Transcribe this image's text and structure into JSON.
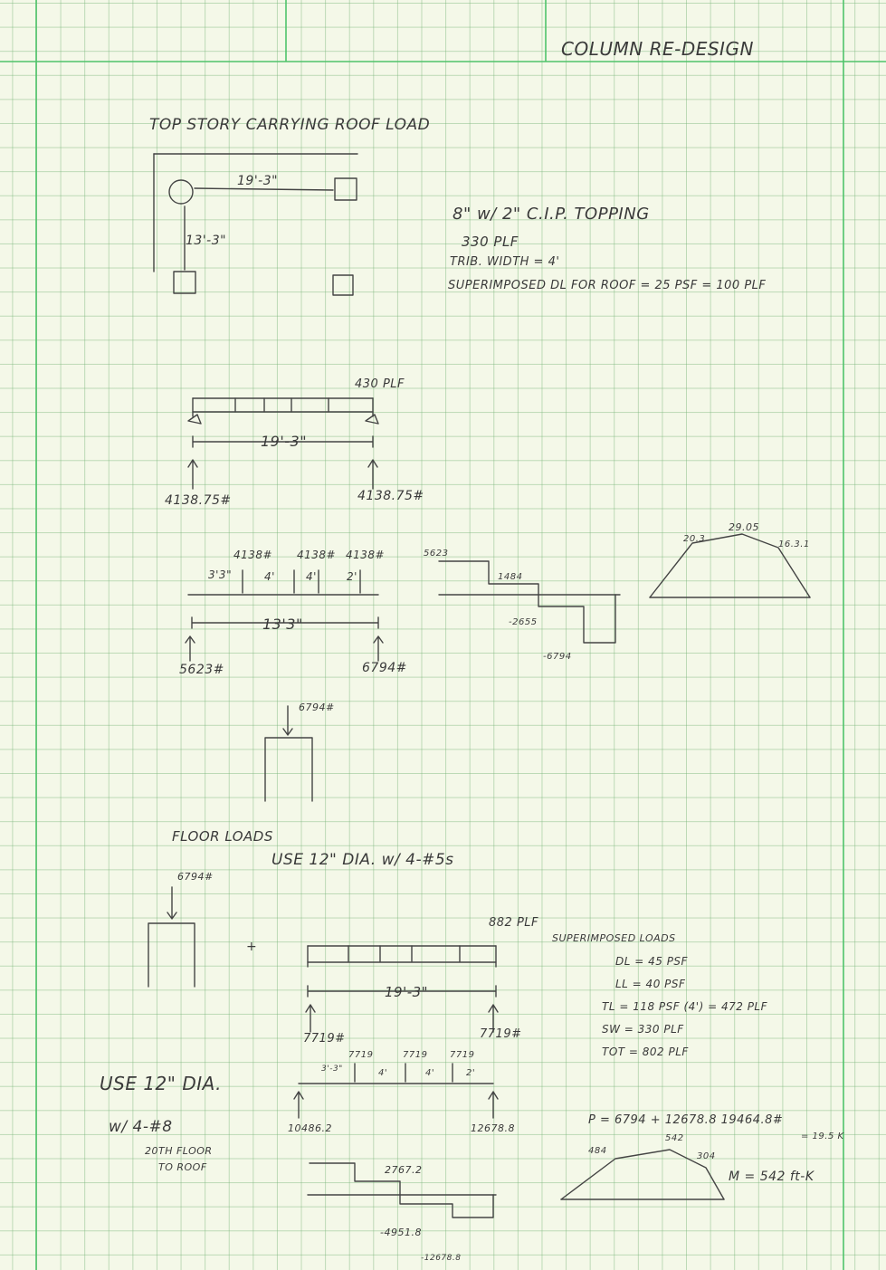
{
  "header": {
    "title": "COLUMN RE-DESIGN"
  },
  "section1": {
    "title": "TOP STORY   CARRYING ROOF LOAD",
    "plan_span_x": "19'-3\"",
    "plan_span_y": "13'-3\"",
    "notes": [
      "8\" w/ 2\" C.I.P. TOPPING",
      "330 PLF",
      "TRIB. WIDTH = 4'",
      "SUPERIMPOSED DL FOR ROOF = 25 PSF = 100 PLF"
    ]
  },
  "beam1": {
    "load": "430 PLF",
    "span": "19'-3\"",
    "reaction_left": "4138.75#",
    "reaction_right": "4138.75#"
  },
  "beam2": {
    "segments": [
      "3'3\"",
      "4'",
      "4'",
      "2'"
    ],
    "point_loads": [
      "4138#",
      "4138#",
      "4138#"
    ],
    "span": "13'3\"",
    "reaction_left": "5623#",
    "reaction_right": "6794#"
  },
  "shear1": {
    "v1": "5623",
    "v2": "1484",
    "v3": "-2655",
    "v4": "-6794"
  },
  "moment1": {
    "m1": "20.3",
    "m2": "29.05",
    "m3": "16.3.1"
  },
  "column1": {
    "load": "6794#"
  },
  "section2": {
    "title": "FLOOR LOADS",
    "use": "USE  12\" DIA.  w/  4-#5s"
  },
  "column2": {
    "load": "6794#",
    "plus": "+"
  },
  "beam3": {
    "load": "882 PLF",
    "span": "19'-3\"",
    "reaction_left": "7719#",
    "reaction_right": "7719#"
  },
  "superimposed": {
    "title": "SUPERIMPOSED LOADS",
    "lines": [
      "DL = 45 PSF",
      "LL = 40 PSF",
      "TL = 118 PSF (4') = 472 PLF",
      "SW = 330 PLF",
      "TOT = 802 PLF"
    ]
  },
  "beam4": {
    "segments": [
      "3'-3\"",
      "4'",
      "4'",
      "2'"
    ],
    "point_loads": [
      "7719",
      "7719",
      "7719"
    ],
    "reaction_left": "10486.2",
    "reaction_right": "12678.8"
  },
  "use2": {
    "lines": [
      "USE  12\" DIA.",
      "w/ 4-#8",
      "20TH FLOOR",
      "TO ROOF"
    ]
  },
  "shear2": {
    "v1": "2767.2",
    "v2": "-4951.8",
    "v3": "-12678.8"
  },
  "result": {
    "p": "P = 6794 + 12678.8   19464.8#",
    "pk": "= 19.5 K",
    "m": "M = 542 ft-K"
  },
  "moment2": {
    "m1": "484",
    "m2": "542",
    "m3": "304"
  }
}
